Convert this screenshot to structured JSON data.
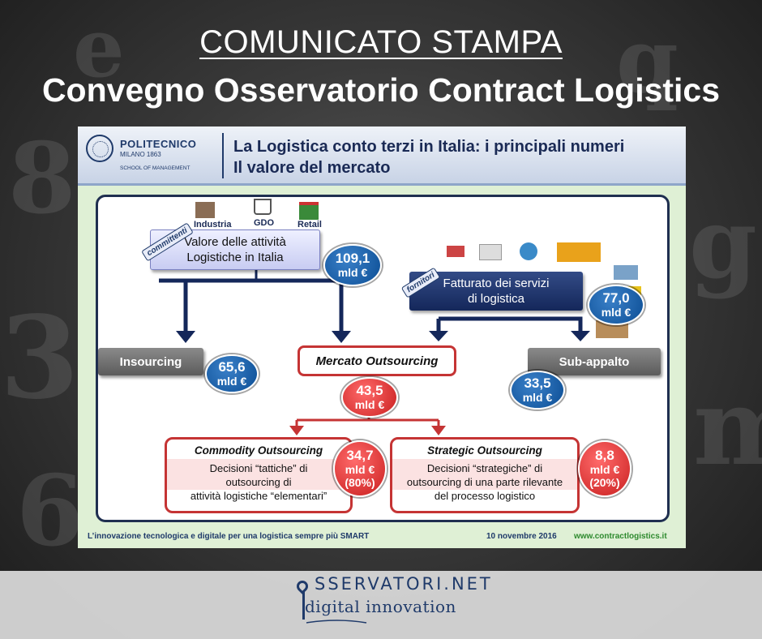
{
  "header": {
    "kicker": "COMUNICATO STAMPA",
    "title": "Convegno Osservatorio Contract Logistics"
  },
  "slide": {
    "logo_name": "POLITECNICO",
    "logo_sub": "MILANO 1863",
    "logo_school": "SCHOOL OF MANAGEMENT",
    "title_line1": "La Logistica conto terzi in Italia: i principali numeri",
    "title_line2": "Il valore del mercato",
    "footer_left": "L’innovazione tecnologica e digitale per una logistica sempre più SMART",
    "footer_date": "10 novembre 2016",
    "footer_site": "www.contractlogistics.it"
  },
  "diagram": {
    "categories": [
      "Industria",
      "GDO",
      "Retail"
    ],
    "committenti_tag": "committenti",
    "fornitori_tag": "fornitori",
    "valore": {
      "line1": "Valore delle attività",
      "line2": "Logistiche in Italia",
      "value": "109,1",
      "unit": "mld €"
    },
    "fatturato": {
      "line1": "Fatturato dei servizi",
      "line2": "di logistica",
      "value": "77,0",
      "unit": "mld €"
    },
    "insourcing": {
      "label": "Insourcing",
      "value": "65,6",
      "unit": "mld €"
    },
    "mercato": {
      "label": "Mercato Outsourcing",
      "value": "43,5",
      "unit": "mld €"
    },
    "subappalto": {
      "label": "Sub-appalto",
      "value": "33,5",
      "unit": "mld €"
    },
    "commodity": {
      "title": "Commodity Outsourcing",
      "line1": "Decisioni “tattiche” di",
      "line2": "outsourcing di",
      "line3": "attività logistiche “elementari”",
      "value": "34,7",
      "unit": "mld €",
      "share": "(80%)"
    },
    "strategic": {
      "title": "Strategic Outsourcing",
      "line1": "Decisioni “strategiche” di",
      "line2": "outsourcing di una parte rilevante",
      "line3": "del processo logistico",
      "value": "8,8",
      "unit": "mld €",
      "share": "(20%)"
    },
    "colors": {
      "navy": "#14275a",
      "red": "#c53434",
      "oval_blue": "#0b4d94",
      "oval_red": "#c91f1f"
    }
  },
  "brand": {
    "line1": "SSERVATORI.NET",
    "line2": "digital innovation"
  }
}
